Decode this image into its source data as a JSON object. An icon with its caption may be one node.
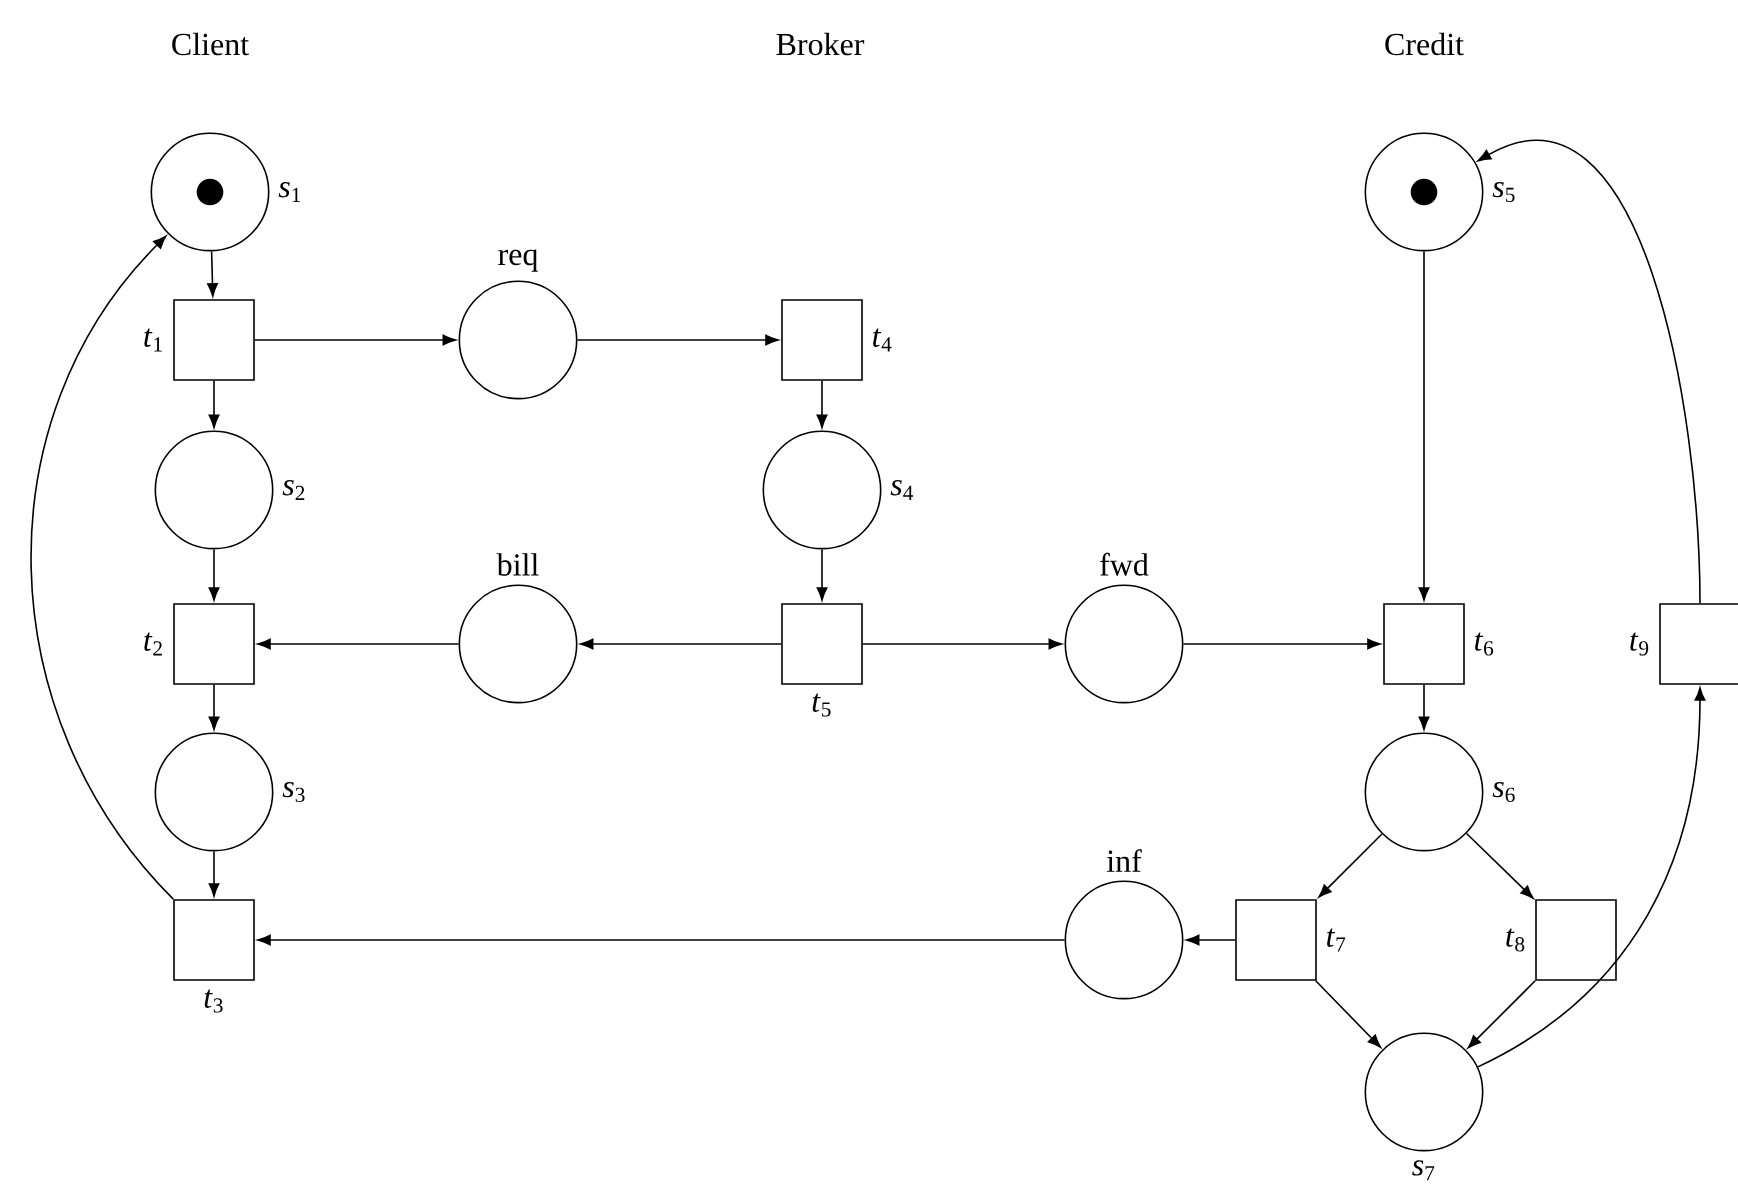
{
  "diagram": {
    "nodes": [
      {
        "text": [
          "*s*$_{1}$"
        ]
      },
      {
        "text": [],
        "shape": "dot",
        "in": 0
      },
      {
        "text": [
          "*s*$_{5}$"
        ]
      },
      {
        "text": [],
        "shape": "dot",
        "in": 2
      },
      {
        "text": [
          "*t*$_{1}$"
        ]
      },
      {
        "text": [
          "req"
        ]
      },
      {
        "text": [
          "*t*$_{4}$"
        ]
      },
      {
        "text": [
          "*s*$_{2}$"
        ]
      },
      {
        "text": [
          "*s*$_{4}$"
        ]
      },
      {
        "text": [
          "*t*$_{2}$"
        ]
      },
      {
        "text": [
          "bill"
        ]
      },
      {
        "text": [
          "*t*$_{5}$"
        ]
      },
      {
        "text": [
          "fwd"
        ]
      },
      {
        "text": [
          "*t*$_{6}$"
        ]
      },
      {
        "text": [
          "*t*$_{9}$"
        ]
      },
      {
        "text": [
          "*s*$_{3}$"
        ]
      },
      {
        "text": [
          "*s*$_{6}$"
        ]
      },
      {
        "text": [
          "*t*$_{3}$"
        ]
      },
      {
        "text": [
          "inf"
        ]
      },
      {
        "text": [
          "*t*$_{7}$"
        ]
      },
      {
        "text": [
          "*t*$_{8}$"
        ]
      },
      {
        "text": [
          "*s*$_{7}$"
        ]
      }
    ],
    "edges": [
      {
        "from": 0,
        "to": 4,
        "arrow": "to"
      },
      {
        "from": 4,
        "to": 5,
        "arrow": "to"
      },
      {
        "from": 5,
        "to": 6,
        "arrow": "to"
      },
      {
        "from": 4,
        "to": 7,
        "arrow": "to"
      },
      {
        "from": 6,
        "to": 8,
        "arrow": "to"
      },
      {
        "from": 7,
        "to": 9,
        "arrow": "to"
      },
      {
        "from": 8,
        "to": 11,
        "arrow": "to"
      },
      {
        "from": 11,
        "to": 10,
        "arrow": "to"
      },
      {
        "from": 10,
        "to": 9,
        "arrow": "to"
      },
      {
        "from": 11,
        "to": 12,
        "arrow": "to"
      },
      {
        "from": 12,
        "to": 13,
        "arrow": "to"
      },
      {
        "from": 2,
        "to": 13,
        "arrow": "to"
      },
      {
        "from": 9,
        "to": 15,
        "arrow": "to"
      },
      {
        "from": 15,
        "to": 17,
        "arrow": "to"
      },
      {
        "from": 13,
        "to": 16,
        "arrow": "to"
      },
      {
        "from": 16,
        "to": 19,
        "arrow": "to"
      },
      {
        "from": 16,
        "to": 20,
        "arrow": "to"
      },
      {
        "from": 19,
        "to": 18,
        "arrow": "to"
      },
      {
        "from": 18,
        "to": 17,
        "arrow": "to"
      },
      {
        "from": 19,
        "to": 21,
        "arrow": "to"
      },
      {
        "from": 20,
        "to": 21,
        "arrow": "to"
      },
      {
        "from": 21,
        "to": 14,
        "arrow": "to"
      },
      {
        "from": 14,
        "to": 2,
        "arrow": "to"
      },
      {
        "from": 17,
        "to": 0,
        "arrow": "to"
      }
    ],
    "labels": [
      "Client",
      "Broker",
      "Credit"
    ]
  }
}
